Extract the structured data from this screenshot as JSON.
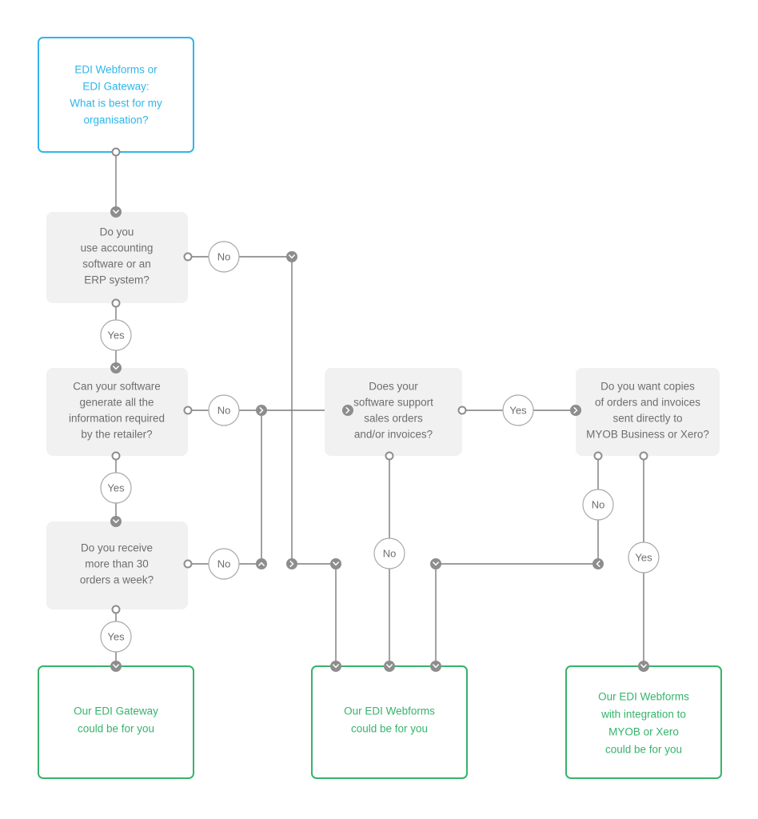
{
  "diagram": {
    "title": "EDI Webforms or EDI Gateway decision flowchart",
    "colors": {
      "start_accent": "#2fb6ea",
      "process_fill": "#f1f1f1",
      "process_text": "#6d6e71",
      "result_accent": "#36b36b",
      "connector": "#7b7b7b",
      "connector_green": "#4ec98a"
    }
  },
  "nodes": {
    "start": {
      "id": "start",
      "type": "start",
      "lines": [
        "EDI Webforms or",
        "EDI Gateway:",
        "What is best for my",
        "organisation?"
      ]
    },
    "q_accounting": {
      "id": "q_accounting",
      "type": "process",
      "lines": [
        "Do you",
        "use accounting",
        "software or an",
        "ERP system?"
      ]
    },
    "q_generate": {
      "id": "q_generate",
      "type": "process",
      "lines": [
        "Can your software",
        "generate all the",
        "information required",
        "by the retailer?"
      ]
    },
    "q_orders30": {
      "id": "q_orders30",
      "type": "process",
      "lines": [
        "Do you receive",
        "more than 30",
        "orders a week?"
      ]
    },
    "q_salesorders": {
      "id": "q_salesorders",
      "type": "process",
      "lines": [
        "Does your",
        "software support",
        "sales orders",
        "and/or invoices?"
      ]
    },
    "q_copies": {
      "id": "q_copies",
      "type": "process",
      "lines": [
        "Do you want copies",
        "of orders and invoices",
        "sent directly to",
        "MYOB Business or Xero?"
      ]
    },
    "r_gateway": {
      "id": "r_gateway",
      "type": "result",
      "lines": [
        "Our EDI Gateway",
        "could be for you"
      ]
    },
    "r_webforms": {
      "id": "r_webforms",
      "type": "result",
      "lines": [
        "Our EDI Webforms",
        "could be for you"
      ]
    },
    "r_webforms_integration": {
      "id": "r_webforms_integration",
      "type": "result",
      "lines": [
        "Our EDI Webforms",
        "with integration to",
        "MYOB or Xero",
        "could be for you"
      ]
    }
  },
  "edge_labels": {
    "accounting_no": "No",
    "accounting_yes": "Yes",
    "generate_no": "No",
    "generate_yes": "Yes",
    "orders30_no": "No",
    "orders30_yes": "Yes",
    "salesorders_yes": "Yes",
    "salesorders_no": "No",
    "copies_no": "No",
    "copies_yes": "Yes"
  },
  "flow": {
    "edges": [
      {
        "from": "start",
        "to": "q_accounting",
        "label": ""
      },
      {
        "from": "q_accounting",
        "to": "q_salesorders",
        "label": "No"
      },
      {
        "from": "q_accounting",
        "to": "q_generate",
        "label": "Yes"
      },
      {
        "from": "q_generate",
        "to": "q_salesorders",
        "label": "No"
      },
      {
        "from": "q_generate",
        "to": "q_orders30",
        "label": "Yes"
      },
      {
        "from": "q_orders30",
        "to": "q_salesorders",
        "label": "No"
      },
      {
        "from": "q_orders30",
        "to": "r_gateway",
        "label": "Yes"
      },
      {
        "from": "q_salesorders",
        "to": "q_copies",
        "label": "Yes"
      },
      {
        "from": "q_salesorders",
        "to": "r_webforms",
        "label": "No"
      },
      {
        "from": "q_copies",
        "to": "r_webforms",
        "label": "No"
      },
      {
        "from": "q_copies",
        "to": "r_webforms_integration",
        "label": "Yes"
      }
    ]
  }
}
